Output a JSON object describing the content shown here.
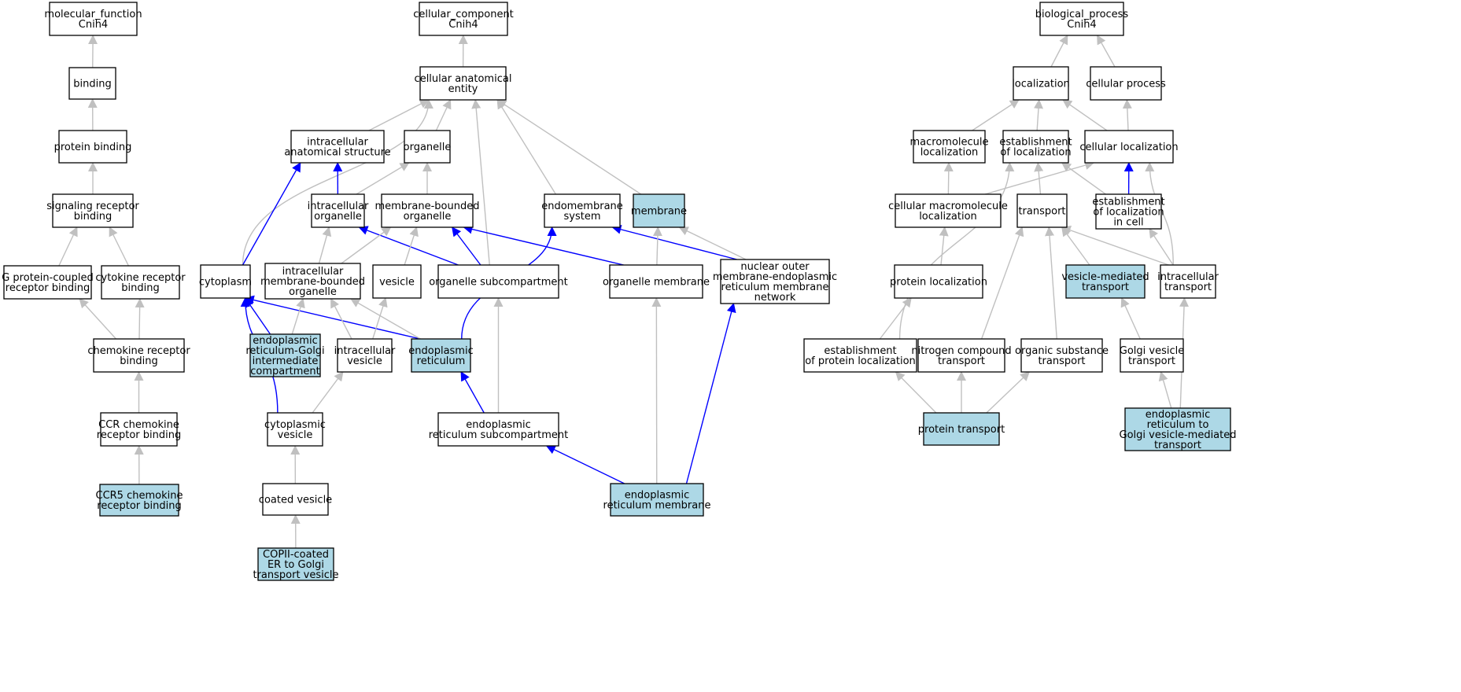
{
  "colors": {
    "edge_gray": "#c0c0c0",
    "edge_blue": "#0000ff",
    "node_plain": "#ffffff",
    "node_highlight": "#add8e6",
    "border": "#000000"
  },
  "nodes": [
    {
      "id": "mf",
      "lines": [
        "molecular_function",
        "Cnih4"
      ],
      "hl": false
    },
    {
      "id": "binding",
      "lines": [
        "binding"
      ],
      "hl": false
    },
    {
      "id": "protbind",
      "lines": [
        "protein binding"
      ],
      "hl": false
    },
    {
      "id": "sigrec",
      "lines": [
        "signaling receptor",
        "binding"
      ],
      "hl": false
    },
    {
      "id": "gpcr",
      "lines": [
        "G protein-coupled",
        "receptor binding"
      ],
      "hl": false
    },
    {
      "id": "cytrec",
      "lines": [
        "cytokine receptor",
        "binding"
      ],
      "hl": false
    },
    {
      "id": "chemrec",
      "lines": [
        "chemokine receptor",
        "binding"
      ],
      "hl": false
    },
    {
      "id": "ccr",
      "lines": [
        "CCR chemokine",
        "receptor binding"
      ],
      "hl": false
    },
    {
      "id": "ccr5",
      "lines": [
        "CCR5 chemokine",
        "receptor binding"
      ],
      "hl": true
    },
    {
      "id": "cc",
      "lines": [
        "cellular_component",
        "Cnih4"
      ],
      "hl": false
    },
    {
      "id": "cae",
      "lines": [
        "cellular anatomical",
        "entity"
      ],
      "hl": false
    },
    {
      "id": "ias",
      "lines": [
        "intracellular",
        "anatomical structure"
      ],
      "hl": false
    },
    {
      "id": "organelle",
      "lines": [
        "organelle"
      ],
      "hl": false
    },
    {
      "id": "intorg",
      "lines": [
        "intracellular",
        "organelle"
      ],
      "hl": false
    },
    {
      "id": "mbo",
      "lines": [
        "membrane-bounded",
        "organelle"
      ],
      "hl": false
    },
    {
      "id": "endosys",
      "lines": [
        "endomembrane",
        "system"
      ],
      "hl": false
    },
    {
      "id": "membrane",
      "lines": [
        "membrane"
      ],
      "hl": true
    },
    {
      "id": "cytoplasm",
      "lines": [
        "cytoplasm"
      ],
      "hl": false
    },
    {
      "id": "imbo",
      "lines": [
        "intracellular",
        "membrane-bounded",
        "organelle"
      ],
      "hl": false
    },
    {
      "id": "vesicle",
      "lines": [
        "vesicle"
      ],
      "hl": false
    },
    {
      "id": "orgsub",
      "lines": [
        "organelle subcompartment"
      ],
      "hl": false
    },
    {
      "id": "orgmem",
      "lines": [
        "organelle membrane"
      ],
      "hl": false
    },
    {
      "id": "nuclouter",
      "lines": [
        "nuclear outer",
        "membrane-endoplasmic",
        "reticulum membrane",
        "network"
      ],
      "hl": false
    },
    {
      "id": "ergic",
      "lines": [
        "endoplasmic",
        "reticulum-Golgi",
        "intermediate",
        "compartment"
      ],
      "hl": true
    },
    {
      "id": "intves",
      "lines": [
        "intracellular",
        "vesicle"
      ],
      "hl": false
    },
    {
      "id": "er",
      "lines": [
        "endoplasmic",
        "reticulum"
      ],
      "hl": true
    },
    {
      "id": "cytves",
      "lines": [
        "cytoplasmic",
        "vesicle"
      ],
      "hl": false
    },
    {
      "id": "ersub",
      "lines": [
        "endoplasmic",
        "reticulum subcompartment"
      ],
      "hl": false
    },
    {
      "id": "coatves",
      "lines": [
        "coated vesicle"
      ],
      "hl": false
    },
    {
      "id": "ermem",
      "lines": [
        "endoplasmic",
        "reticulum membrane"
      ],
      "hl": true
    },
    {
      "id": "copii",
      "lines": [
        "COPII-coated",
        "ER to Golgi",
        "transport vesicle"
      ],
      "hl": true
    },
    {
      "id": "bp",
      "lines": [
        "biological_process",
        "Cnih4"
      ],
      "hl": false
    },
    {
      "id": "loc",
      "lines": [
        "localization"
      ],
      "hl": false
    },
    {
      "id": "cellproc",
      "lines": [
        "cellular process"
      ],
      "hl": false
    },
    {
      "id": "macloc",
      "lines": [
        "macromolecule",
        "localization"
      ],
      "hl": false
    },
    {
      "id": "estloc",
      "lines": [
        "establishment",
        "of localization"
      ],
      "hl": false
    },
    {
      "id": "cellloc",
      "lines": [
        "cellular localization"
      ],
      "hl": false
    },
    {
      "id": "cmacloc",
      "lines": [
        "cellular macromolecule",
        "localization"
      ],
      "hl": false
    },
    {
      "id": "transport",
      "lines": [
        "transport"
      ],
      "hl": false
    },
    {
      "id": "estlocc",
      "lines": [
        "establishment",
        "of localization",
        "in cell"
      ],
      "hl": false
    },
    {
      "id": "protloc",
      "lines": [
        "protein localization"
      ],
      "hl": false
    },
    {
      "id": "vesmed",
      "lines": [
        "vesicle-mediated",
        "transport"
      ],
      "hl": true
    },
    {
      "id": "inttrans",
      "lines": [
        "intracellular",
        "transport"
      ],
      "hl": false
    },
    {
      "id": "estprotloc",
      "lines": [
        "establishment",
        "of protein localization"
      ],
      "hl": false
    },
    {
      "id": "nitro",
      "lines": [
        "nitrogen compound",
        "transport"
      ],
      "hl": false
    },
    {
      "id": "orgsubst",
      "lines": [
        "organic substance",
        "transport"
      ],
      "hl": false
    },
    {
      "id": "golgives",
      "lines": [
        "Golgi vesicle",
        "transport"
      ],
      "hl": false
    },
    {
      "id": "prottrans",
      "lines": [
        "protein transport"
      ],
      "hl": true
    },
    {
      "id": "ertogolgi",
      "lines": [
        "endoplasmic",
        "reticulum to",
        "Golgi vesicle-mediated",
        "transport"
      ],
      "hl": true
    }
  ],
  "edges": [
    {
      "from": "binding",
      "to": "mf",
      "c": "g"
    },
    {
      "from": "protbind",
      "to": "binding",
      "c": "g"
    },
    {
      "from": "sigrec",
      "to": "protbind",
      "c": "g"
    },
    {
      "from": "gpcr",
      "to": "sigrec",
      "c": "g"
    },
    {
      "from": "cytrec",
      "to": "sigrec",
      "c": "g"
    },
    {
      "from": "chemrec",
      "to": "gpcr",
      "c": "g"
    },
    {
      "from": "chemrec",
      "to": "cytrec",
      "c": "g"
    },
    {
      "from": "ccr",
      "to": "chemrec",
      "c": "g"
    },
    {
      "from": "ccr5",
      "to": "ccr",
      "c": "g"
    },
    {
      "from": "cae",
      "to": "cc",
      "c": "g"
    },
    {
      "from": "ias",
      "to": "cae",
      "c": "g"
    },
    {
      "from": "organelle",
      "to": "cae",
      "c": "g"
    },
    {
      "from": "cytoplasm",
      "to": "cae",
      "c": "g",
      "curve": true
    },
    {
      "from": "orgsub",
      "to": "cae",
      "c": "g"
    },
    {
      "from": "endosys",
      "to": "cae",
      "c": "g"
    },
    {
      "from": "membrane",
      "to": "cae",
      "c": "g"
    },
    {
      "from": "intorg",
      "to": "ias",
      "c": "b"
    },
    {
      "from": "cytoplasm",
      "to": "ias",
      "c": "b"
    },
    {
      "from": "intorg",
      "to": "organelle",
      "c": "g"
    },
    {
      "from": "mbo",
      "to": "organelle",
      "c": "g"
    },
    {
      "from": "imbo",
      "to": "intorg",
      "c": "g"
    },
    {
      "from": "orgsub",
      "to": "intorg",
      "c": "b"
    },
    {
      "from": "imbo",
      "to": "mbo",
      "c": "g"
    },
    {
      "from": "vesicle",
      "to": "mbo",
      "c": "g"
    },
    {
      "from": "orgsub",
      "to": "mbo",
      "c": "b"
    },
    {
      "from": "orgmem",
      "to": "mbo",
      "c": "b"
    },
    {
      "from": "er",
      "to": "endosys",
      "c": "b",
      "curve": true
    },
    {
      "from": "nuclouter",
      "to": "endosys",
      "c": "b"
    },
    {
      "from": "orgmem",
      "to": "membrane",
      "c": "g"
    },
    {
      "from": "nuclouter",
      "to": "membrane",
      "c": "g"
    },
    {
      "from": "ergic",
      "to": "cytoplasm",
      "c": "b"
    },
    {
      "from": "er",
      "to": "cytoplasm",
      "c": "b"
    },
    {
      "from": "cytves",
      "to": "cytoplasm",
      "c": "b",
      "curve": true
    },
    {
      "from": "ergic",
      "to": "imbo",
      "c": "g"
    },
    {
      "from": "intves",
      "to": "imbo",
      "c": "g"
    },
    {
      "from": "er",
      "to": "imbo",
      "c": "g"
    },
    {
      "from": "intves",
      "to": "vesicle",
      "c": "g"
    },
    {
      "from": "ersub",
      "to": "orgsub",
      "c": "g"
    },
    {
      "from": "ermem",
      "to": "orgmem",
      "c": "g"
    },
    {
      "from": "ermem",
      "to": "nuclouter",
      "c": "b"
    },
    {
      "from": "cytves",
      "to": "intves",
      "c": "g"
    },
    {
      "from": "ersub",
      "to": "er",
      "c": "b"
    },
    {
      "from": "coatves",
      "to": "cytves",
      "c": "g"
    },
    {
      "from": "ermem",
      "to": "ersub",
      "c": "b"
    },
    {
      "from": "copii",
      "to": "coatves",
      "c": "g"
    },
    {
      "from": "loc",
      "to": "bp",
      "c": "g"
    },
    {
      "from": "cellproc",
      "to": "bp",
      "c": "g"
    },
    {
      "from": "macloc",
      "to": "loc",
      "c": "g"
    },
    {
      "from": "estloc",
      "to": "loc",
      "c": "g"
    },
    {
      "from": "cellloc",
      "to": "loc",
      "c": "g"
    },
    {
      "from": "cellloc",
      "to": "cellproc",
      "c": "g"
    },
    {
      "from": "cmacloc",
      "to": "macloc",
      "c": "g"
    },
    {
      "from": "transport",
      "to": "estloc",
      "c": "g"
    },
    {
      "from": "estlocc",
      "to": "estloc",
      "c": "g"
    },
    {
      "from": "estprotloc",
      "to": "estloc",
      "c": "g",
      "curve": true
    },
    {
      "from": "cmacloc",
      "to": "cellloc",
      "c": "g"
    },
    {
      "from": "estlocc",
      "to": "cellloc",
      "c": "b"
    },
    {
      "from": "inttrans",
      "to": "cellloc",
      "c": "g",
      "curve": true
    },
    {
      "from": "protloc",
      "to": "cmacloc",
      "c": "g"
    },
    {
      "from": "nitro",
      "to": "transport",
      "c": "g"
    },
    {
      "from": "orgsubst",
      "to": "transport",
      "c": "g"
    },
    {
      "from": "vesmed",
      "to": "transport",
      "c": "g"
    },
    {
      "from": "inttrans",
      "to": "transport",
      "c": "g"
    },
    {
      "from": "inttrans",
      "to": "estlocc",
      "c": "g"
    },
    {
      "from": "estprotloc",
      "to": "protloc",
      "c": "g"
    },
    {
      "from": "golgives",
      "to": "vesmed",
      "c": "g"
    },
    {
      "from": "prottrans",
      "to": "estprotloc",
      "c": "g"
    },
    {
      "from": "prottrans",
      "to": "nitro",
      "c": "g"
    },
    {
      "from": "prottrans",
      "to": "orgsubst",
      "c": "g"
    },
    {
      "from": "ertogolgi",
      "to": "golgives",
      "c": "g"
    },
    {
      "from": "ertogolgi",
      "to": "inttrans",
      "c": "g"
    }
  ]
}
